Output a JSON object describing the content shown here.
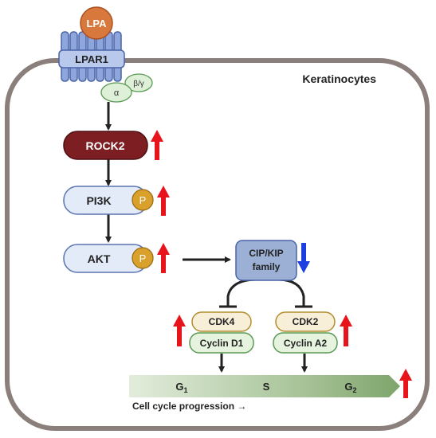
{
  "cell": {
    "label": "Keratinocytes"
  },
  "ligand": {
    "label": "LPA"
  },
  "receptor": {
    "label": "LPAR1"
  },
  "g_protein": {
    "alpha": "α",
    "beta_gamma": "β/γ"
  },
  "pathway": {
    "rock2": {
      "label": "ROCK2",
      "change": "up"
    },
    "pi3k": {
      "label": "PI3K",
      "phospho": "P",
      "change": "up"
    },
    "akt": {
      "label": "AKT",
      "phospho": "P",
      "change": "up"
    },
    "cip_kip": {
      "line1": "CIP/KIP",
      "line2": "family",
      "change": "down"
    }
  },
  "complexes": {
    "left": {
      "kinase": "CDK4",
      "cyclin": "Cyclin D1",
      "change": "up"
    },
    "right": {
      "kinase": "CDK2",
      "cyclin": "Cyclin A2",
      "change": "up"
    }
  },
  "cell_cycle": {
    "phases": [
      {
        "name": "G",
        "sub": "1"
      },
      {
        "name": "S",
        "sub": ""
      },
      {
        "name": "G",
        "sub": "2"
      }
    ],
    "caption": "Cell cycle progression →",
    "change": "up"
  },
  "colors": {
    "up_arrow": "#e8141b",
    "down_arrow": "#1d3fe0",
    "rock2_fill": "#7d1f22",
    "kinase_fill": "#e3eaf8",
    "kinase_stroke": "#5b73b0",
    "cip_fill": "#9cb0d6",
    "phospho_fill": "#d9a12b",
    "ligand_fill": "#d9783d",
    "gprotein_fill": "#dff0d8",
    "cdk_fill": "#f8efd9",
    "cyclin_fill": "#e6f3df",
    "cell_border": "#8a7f7a"
  }
}
